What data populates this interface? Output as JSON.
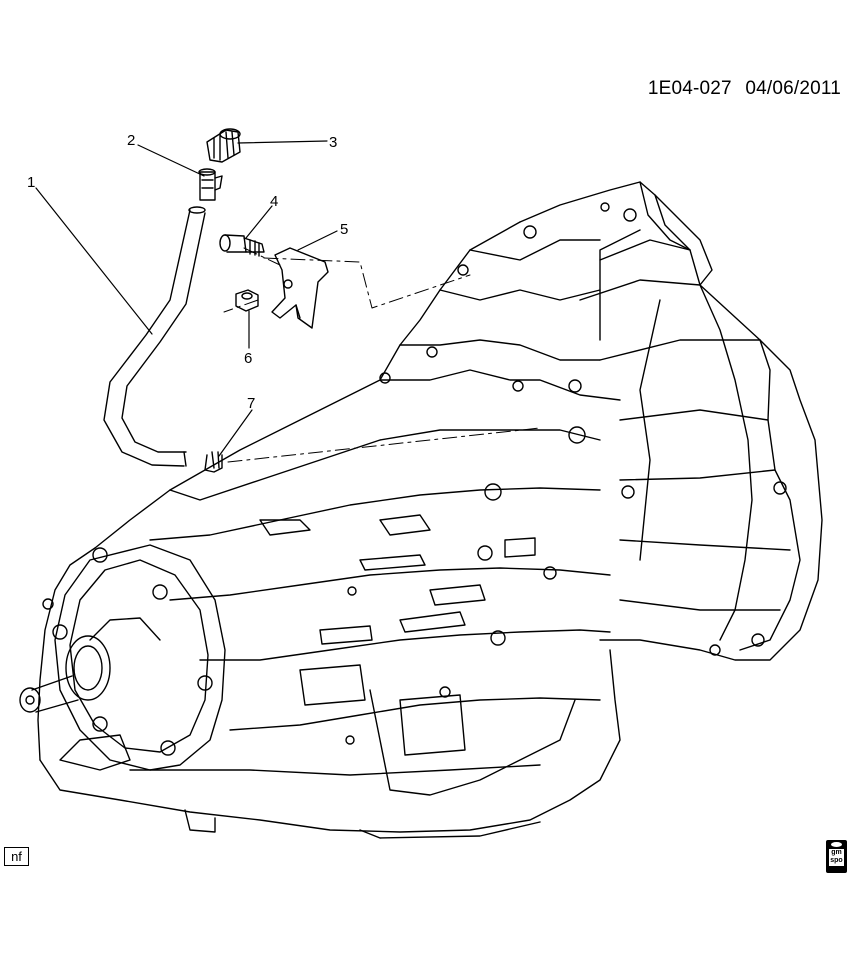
{
  "header": {
    "diagram_id": "1E04-027",
    "date": "04/06/2011"
  },
  "callouts": [
    {
      "number": "1",
      "part": "hose"
    },
    {
      "number": "2",
      "part": "connector"
    },
    {
      "number": "3",
      "part": "cap"
    },
    {
      "number": "4",
      "part": "clip-stud"
    },
    {
      "number": "5",
      "part": "bracket"
    },
    {
      "number": "6",
      "part": "nut"
    },
    {
      "number": "7",
      "part": "clamp"
    }
  ],
  "footer": {
    "nf_label": "nf",
    "logo_text": "gm spo"
  },
  "colors": {
    "line": "#000000",
    "background": "#ffffff"
  }
}
